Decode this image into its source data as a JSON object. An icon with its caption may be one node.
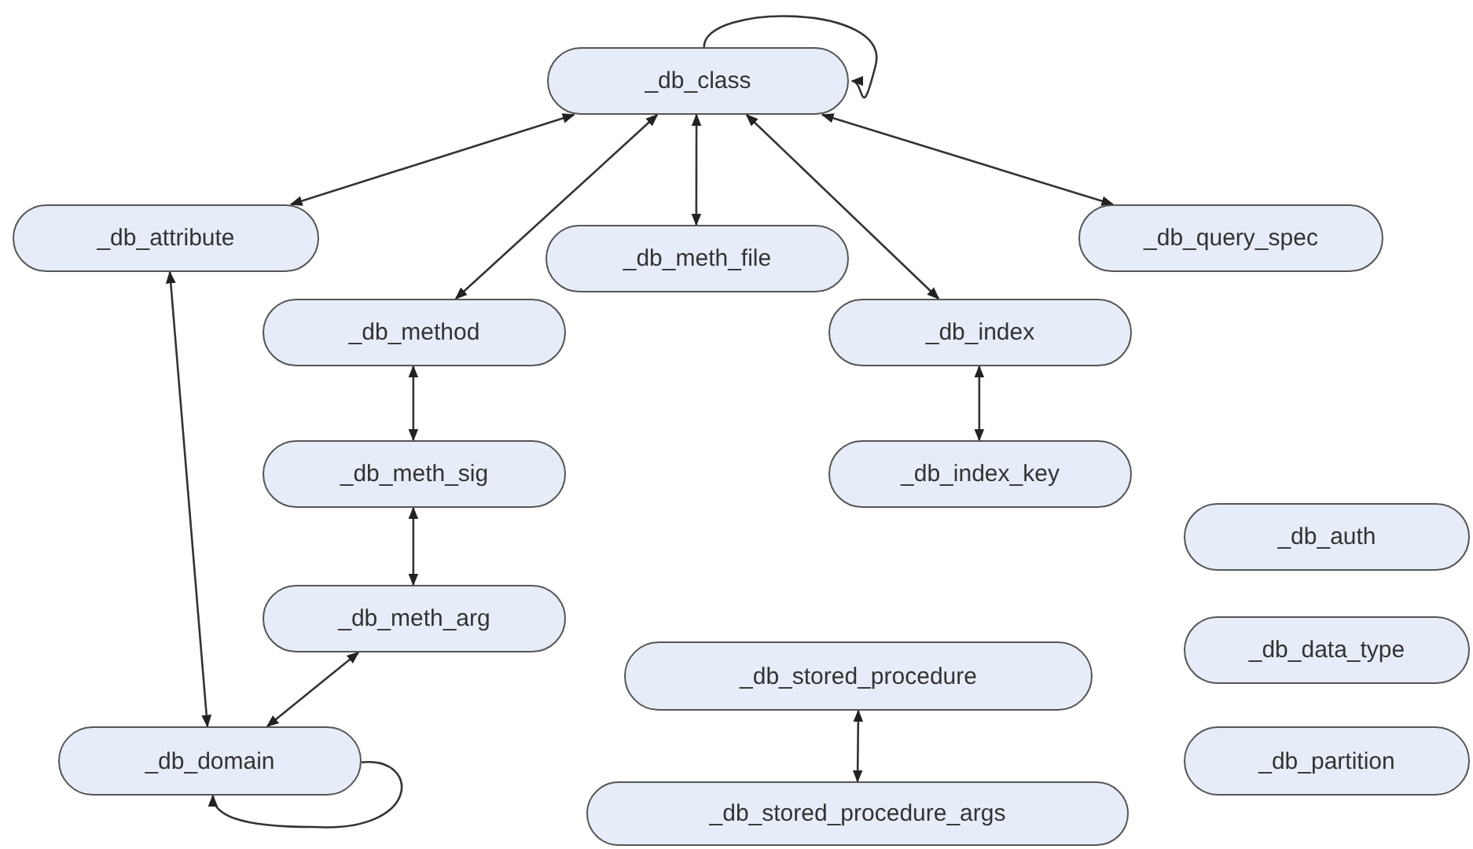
{
  "diagram": {
    "nodes": [
      {
        "text": [
          "_db_class"
        ]
      },
      {
        "text": [
          "_db_attribute"
        ]
      },
      {
        "text": [
          "_db_meth_file"
        ]
      },
      {
        "text": [
          "_db_query_spec"
        ]
      },
      {
        "text": [
          "_db_method"
        ]
      },
      {
        "text": [
          "_db_index"
        ]
      },
      {
        "text": [
          "_db_meth_sig"
        ]
      },
      {
        "text": [
          "_db_index_key"
        ]
      },
      {
        "text": [
          "_db_auth"
        ]
      },
      {
        "text": [
          "_db_meth_arg"
        ]
      },
      {
        "text": [
          "_db_stored_procedure"
        ]
      },
      {
        "text": [
          "_db_data_type"
        ]
      },
      {
        "text": [
          "_db_domain"
        ]
      },
      {
        "text": [
          "_db_partition"
        ]
      },
      {
        "text": [
          "_db_stored_procedure_args"
        ]
      }
    ],
    "edges": [
      {
        "from": 0,
        "to": 0,
        "arrow": "to"
      },
      {
        "from": 0,
        "to": 1,
        "arrow": "both"
      },
      {
        "from": 0,
        "to": 4,
        "arrow": "both"
      },
      {
        "from": 0,
        "to": 2,
        "arrow": "both"
      },
      {
        "from": 0,
        "to": 5,
        "arrow": "both"
      },
      {
        "from": 0,
        "to": 3,
        "arrow": "both"
      },
      {
        "from": 4,
        "to": 6,
        "arrow": "both"
      },
      {
        "from": 6,
        "to": 9,
        "arrow": "both"
      },
      {
        "from": 9,
        "to": 12,
        "arrow": "both"
      },
      {
        "from": 1,
        "to": 12,
        "arrow": "both"
      },
      {
        "from": 12,
        "to": 12,
        "arrow": "to"
      },
      {
        "from": 5,
        "to": 7,
        "arrow": "both"
      },
      {
        "from": 10,
        "to": 14,
        "arrow": "both"
      }
    ]
  }
}
